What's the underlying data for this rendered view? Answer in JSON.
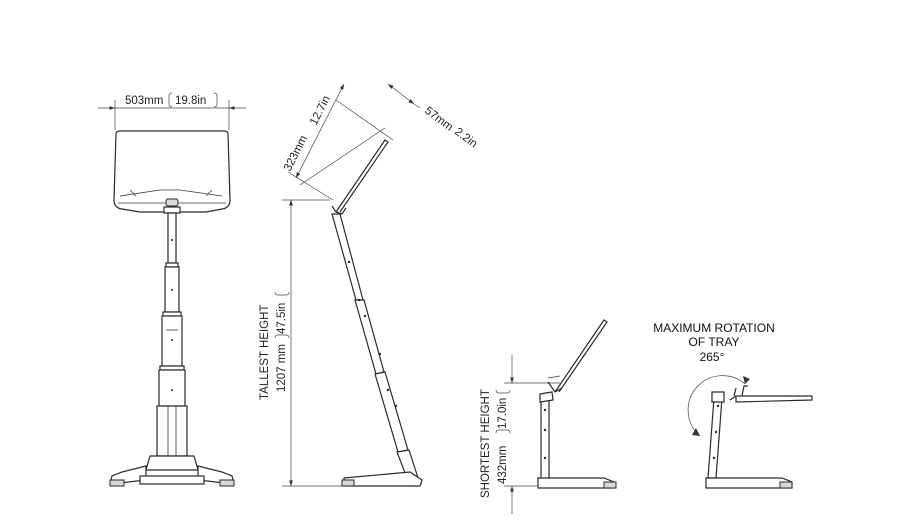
{
  "front_view": {
    "width_mm": "503mm",
    "width_in": "19.8in"
  },
  "side_tall": {
    "height_label": "TALLEST HEIGHT",
    "height_mm": "1207 mm",
    "height_in": "47.5in",
    "tray_length_mm": "323mm",
    "tray_length_in": "12.7in",
    "lip_mm": "57mm",
    "lip_in": "2.2in"
  },
  "side_short": {
    "height_label": "SHORTEST HEIGHT",
    "height_mm": "432mm",
    "height_in": "17.0in"
  },
  "rotation": {
    "caption_line1": "MAXIMUM ROTATION",
    "caption_line2": "OF TRAY",
    "angle": "265°"
  }
}
